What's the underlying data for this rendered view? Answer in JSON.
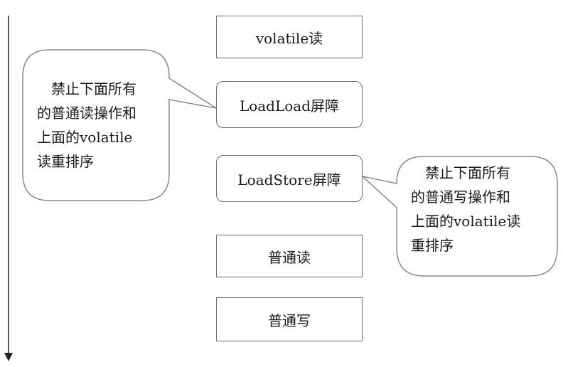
{
  "blocks": [
    {
      "label": "volatile读"
    },
    {
      "label": "LoadLoad屏障"
    },
    {
      "label": "LoadStore屏障"
    },
    {
      "label": "普通读"
    },
    {
      "label": "普通写"
    }
  ],
  "callouts": {
    "left": {
      "text": "　禁止下面所有\n的普通读操作和\n上面的volatile\n读重排序"
    },
    "right": {
      "text": "　禁止下面所有\n的普通写操作和\n上面的volatile读\n重排序"
    }
  }
}
